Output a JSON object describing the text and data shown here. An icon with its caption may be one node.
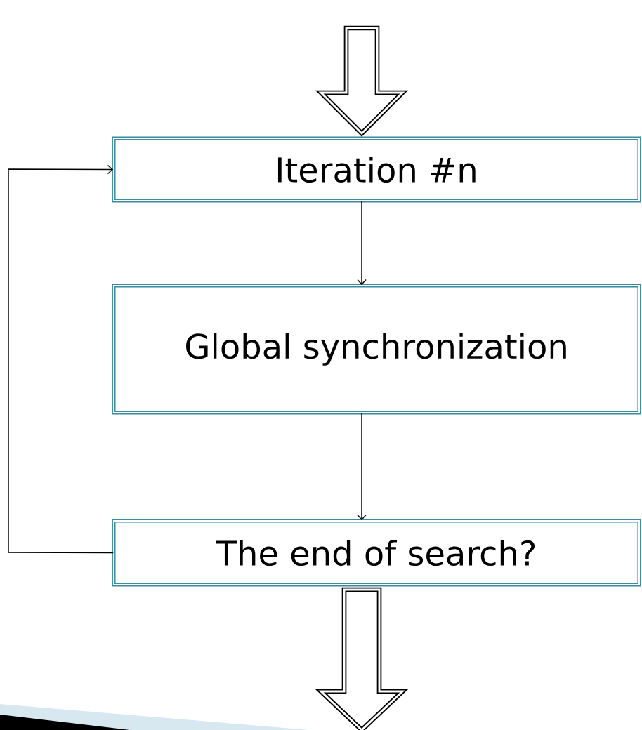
{
  "diagram": {
    "nodes": [
      {
        "text": [
          "Iteration #n"
        ]
      },
      {
        "text": [
          "Global synchronization"
        ]
      },
      {
        "text": [
          "The end of search?"
        ]
      }
    ],
    "edges": [
      {
        "from": null,
        "to": 0,
        "arrow": "to",
        "style": "thick"
      },
      {
        "from": 0,
        "to": 1,
        "arrow": "to"
      },
      {
        "from": 1,
        "to": 2,
        "arrow": "to"
      },
      {
        "from": 2,
        "to": 0,
        "arrow": "to"
      },
      {
        "from": 2,
        "to": null,
        "arrow": "to",
        "style": "thick"
      }
    ]
  }
}
